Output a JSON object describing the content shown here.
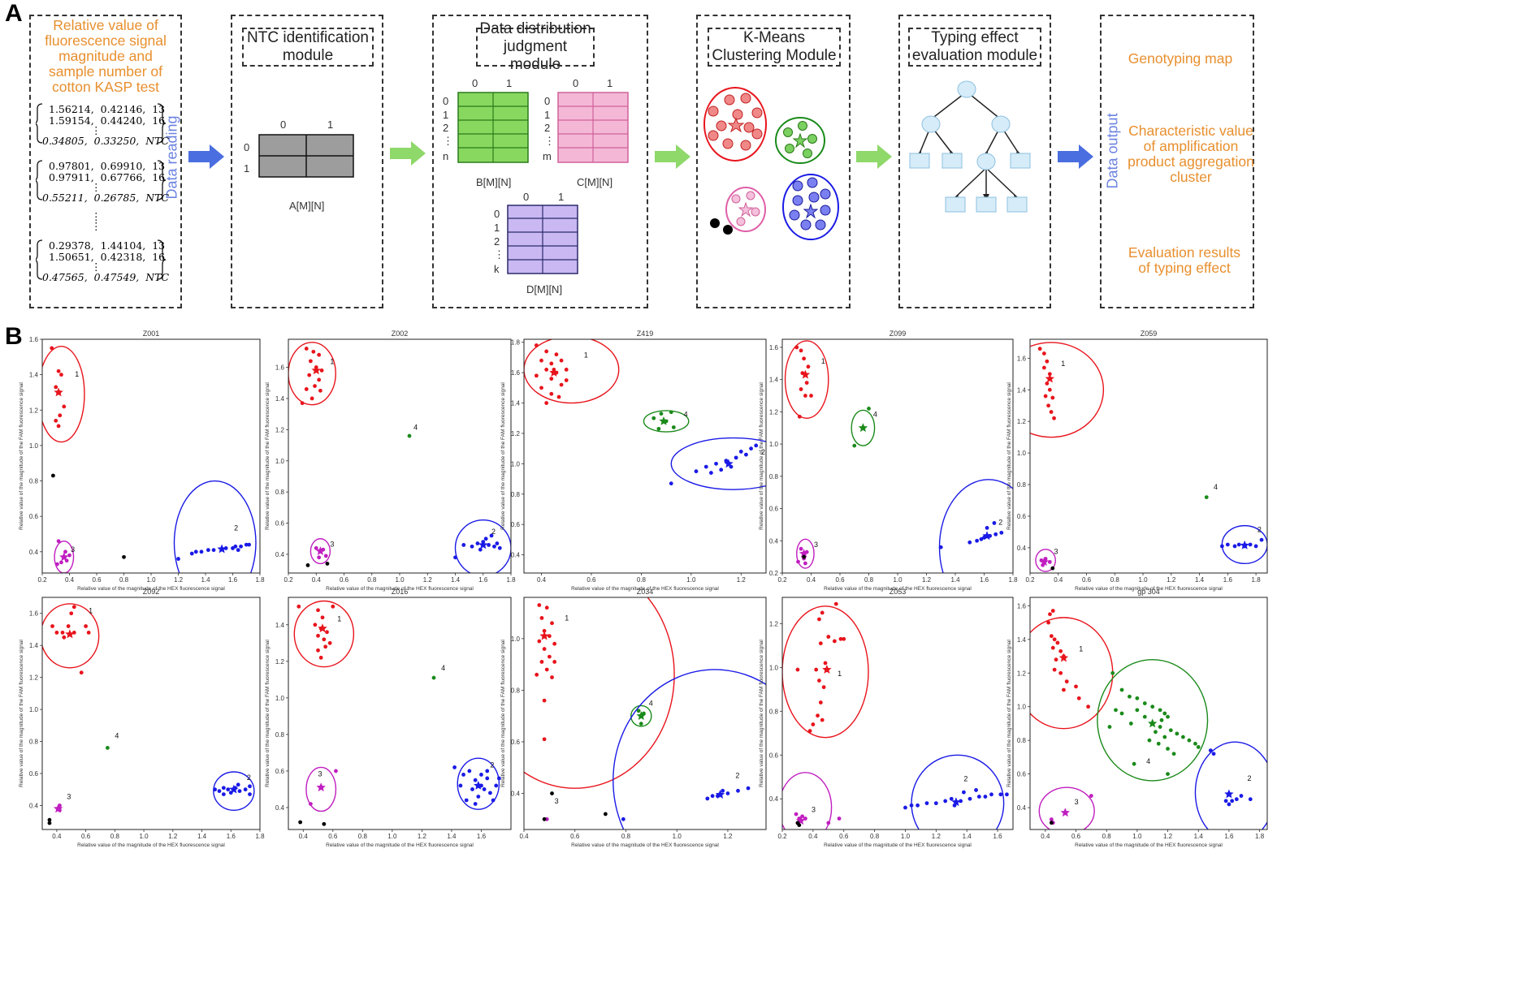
{
  "panel_a_label": "A",
  "panel_b_label": "B",
  "stage1": {
    "title": "Relative value of fluorescence signal magnitude and sample number of cotton KASP test",
    "side_label": "Data reading",
    "matrices": [
      {
        "rows": [
          "1.56214,  0.42146,  13",
          "1.59154,  0.44240,  16",
          "⋮",
          "0.34805,  0.33250,  NTC"
        ]
      },
      {
        "rows": [
          "0.97801,  0.69910,  13",
          "0.97911,  0.67766,  16",
          "⋮",
          "0.55211,  0.26785,  NTC"
        ]
      },
      {
        "rows": [
          "0.29378,  1.44104,  13",
          "1.50651,  0.42318,  16",
          "⋮",
          "0.47565,  0.47549,  NTC"
        ]
      }
    ],
    "vdots": "⋮"
  },
  "stage2": {
    "title": "NTC identification module",
    "cols": [
      "0",
      "1"
    ],
    "rows": [
      "0",
      "1"
    ],
    "matrix_label": "A[M][N]"
  },
  "stage3": {
    "title": "Data distribution judgment module",
    "b_cols": [
      "0",
      "1"
    ],
    "b_rows": [
      "0",
      "1",
      "2",
      "⋮",
      "n"
    ],
    "b_label": "B[M][N]",
    "c_cols": [
      "0",
      "1"
    ],
    "c_rows": [
      "0",
      "1",
      "2",
      "⋮",
      "m"
    ],
    "c_label": "C[M][N]",
    "d_cols": [
      "0",
      "1"
    ],
    "d_rows": [
      "0",
      "1",
      "2",
      "⋮",
      "k"
    ],
    "d_label": "D[M][N]"
  },
  "stage4": {
    "title": "K-Means Clustering Module"
  },
  "stage5": {
    "title": "Typing effect evaluation module"
  },
  "stage6": {
    "side_label": "Data output",
    "out1": "Genotyping map",
    "out2": "Characteristic value of amplification product aggregation cluster",
    "out3": "Evaluation results of typing effect"
  },
  "colors": {
    "red": "#e8141c",
    "blue": "#1a1ae6",
    "green": "#1a8a1a",
    "magenta": "#c01ec0",
    "arrow_blue": "#4a6ee0",
    "arrow_green": "#8fd86a",
    "orange": "#e88f2e"
  },
  "axes_text": {
    "xlabel": "Relative value of the magnitude of the HEX fluorescence signal",
    "ylabel": "Relative value of the magnitude of the FAM fluorescence signal"
  },
  "chart_data": [
    {
      "type": "scatter",
      "title": "Z001",
      "xlim": [
        0.2,
        1.8
      ],
      "ylim": [
        0.28,
        1.6
      ],
      "xticks": [
        "0.2",
        "0.4",
        "0.6",
        "0.8",
        "1.0",
        "1.2",
        "1.4",
        "1.6",
        "1.8"
      ],
      "yticks": [
        "0.4",
        "0.6",
        "0.8",
        "1.0",
        "1.2",
        "1.4",
        "1.6"
      ]
    },
    {
      "type": "scatter",
      "title": "Z002",
      "xlim": [
        0.2,
        1.8
      ],
      "ylim": [
        0.28,
        1.78
      ],
      "xticks": [
        "0.2",
        "0.4",
        "0.6",
        "0.8",
        "1.0",
        "1.2",
        "1.4",
        "1.6",
        "1.8"
      ],
      "yticks": [
        "0.4",
        "0.6",
        "0.8",
        "1.0",
        "1.2",
        "1.4",
        "1.6"
      ]
    },
    {
      "type": "scatter",
      "title": "Z419",
      "xlim": [
        0.33,
        1.3
      ],
      "ylim": [
        0.28,
        1.82
      ],
      "xticks": [
        "0.4",
        "0.6",
        "0.8",
        "1.0",
        "1.2"
      ],
      "yticks": [
        "0.2",
        "0.4",
        "0.6",
        "0.8",
        "1.0",
        "1.2",
        "1.4",
        "1.6",
        "1.8"
      ]
    },
    {
      "type": "scatter",
      "title": "Z099",
      "xlim": [
        0.2,
        1.8
      ],
      "ylim": [
        0.2,
        1.65
      ],
      "xticks": [
        "0.2",
        "0.4",
        "0.6",
        "0.8",
        "1.0",
        "1.2",
        "1.4",
        "1.6",
        "1.8"
      ],
      "yticks": [
        "0.2",
        "0.4",
        "0.6",
        "0.8",
        "1.0",
        "1.2",
        "1.4",
        "1.6"
      ]
    },
    {
      "type": "scatter",
      "title": "Z059",
      "xlim": [
        0.2,
        1.88
      ],
      "ylim": [
        0.24,
        1.72
      ],
      "xticks": [
        "0.2",
        "0.4",
        "0.6",
        "0.8",
        "1.0",
        "1.2",
        "1.4",
        "1.6",
        "1.8"
      ],
      "yticks": [
        "0.4",
        "0.6",
        "0.8",
        "1.0",
        "1.2",
        "1.4",
        "1.6"
      ]
    },
    {
      "type": "scatter",
      "title": "Z092",
      "xlim": [
        0.3,
        1.8
      ],
      "ylim": [
        0.25,
        1.7
      ],
      "xticks": [
        "0.4",
        "0.6",
        "0.8",
        "1.0",
        "1.2",
        "1.4",
        "1.6",
        "1.8"
      ],
      "yticks": [
        "0.4",
        "0.6",
        "0.8",
        "1.0",
        "1.2",
        "1.4",
        "1.6"
      ]
    },
    {
      "type": "scatter",
      "title": "Z016",
      "xlim": [
        0.3,
        1.8
      ],
      "ylim": [
        0.28,
        1.55
      ],
      "xticks": [
        "0.4",
        "0.6",
        "0.8",
        "1.0",
        "1.2",
        "1.4",
        "1.6"
      ],
      "yticks": [
        "0.4",
        "0.6",
        "0.8",
        "1.0",
        "1.2",
        "1.4"
      ]
    },
    {
      "type": "scatter",
      "title": "Z034",
      "xlim": [
        0.4,
        1.35
      ],
      "ylim": [
        0.26,
        1.16
      ],
      "xticks": [
        "0.4",
        "0.6",
        "0.8",
        "1.0",
        "1.2"
      ],
      "yticks": [
        "0.4",
        "0.6",
        "0.8",
        "1.0"
      ]
    },
    {
      "type": "scatter",
      "title": "Z053",
      "xlim": [
        0.2,
        1.7
      ],
      "ylim": [
        0.26,
        1.32
      ],
      "xticks": [
        "0.2",
        "0.4",
        "0.6",
        "0.8",
        "1.0",
        "1.2",
        "1.4",
        "1.6"
      ],
      "yticks": [
        "0.4",
        "0.6",
        "0.8",
        "1.0",
        "1.2"
      ]
    },
    {
      "type": "scatter",
      "title": "gp 304",
      "xlim": [
        0.3,
        1.85
      ],
      "ylim": [
        0.27,
        1.65
      ],
      "xticks": [
        "0.4",
        "0.6",
        "0.8",
        "1.0",
        "1.2",
        "1.4",
        "1.6",
        "1.8"
      ],
      "yticks": [
        "0.4",
        "0.6",
        "0.8",
        "1.0",
        "1.2",
        "1.4",
        "1.6"
      ]
    }
  ]
}
